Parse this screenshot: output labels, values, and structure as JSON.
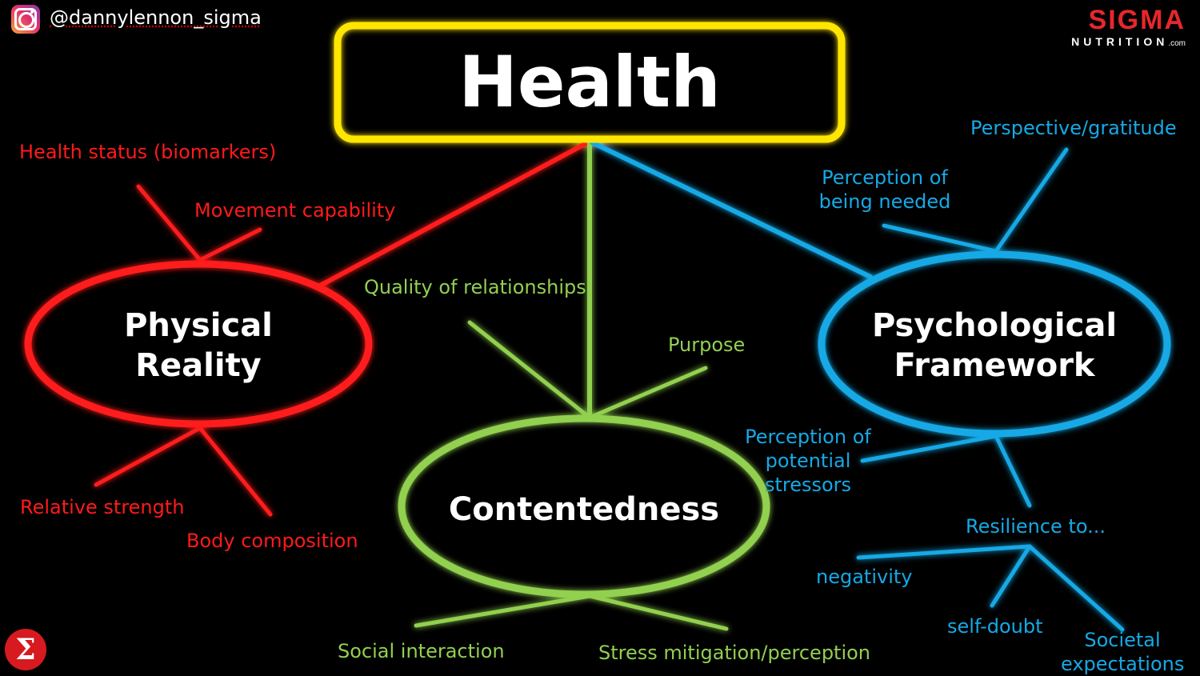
{
  "header": {
    "handle": "@dannylennon_sigma",
    "brand_name": "SIGMA",
    "brand_sub": "NUTRITION",
    "brand_suffix": ".com",
    "badge_symbol": "Σ"
  },
  "center": {
    "title": "Health"
  },
  "colors": {
    "physical": "#ff1a1a",
    "contentedness": "#92d050",
    "psychological": "#15a9e6",
    "health": "#ffe600"
  },
  "nodes": {
    "physical": {
      "title_line1": "Physical",
      "title_line2": "Reality",
      "factors": [
        "Health status (biomarkers)",
        "Movement capability",
        "Relative strength",
        "Body composition"
      ]
    },
    "contentedness": {
      "title": "Contentedness",
      "factors": [
        "Quality of relationships",
        "Purpose",
        "Social interaction",
        "Stress mitigation/perception"
      ]
    },
    "psychological": {
      "title_line1": "Psychological",
      "title_line2": "Framework",
      "factors": {
        "gratitude": "Perspective/gratitude",
        "needed_1": "Perception of",
        "needed_2": "being needed",
        "stressors_1": "Perception of",
        "stressors_2": "potential",
        "stressors_3": "stressors",
        "resilience": "Resilience to...",
        "negativity": "negativity",
        "self_doubt": "self-doubt",
        "societal_1": "Societal",
        "societal_2": "expectations"
      }
    }
  }
}
